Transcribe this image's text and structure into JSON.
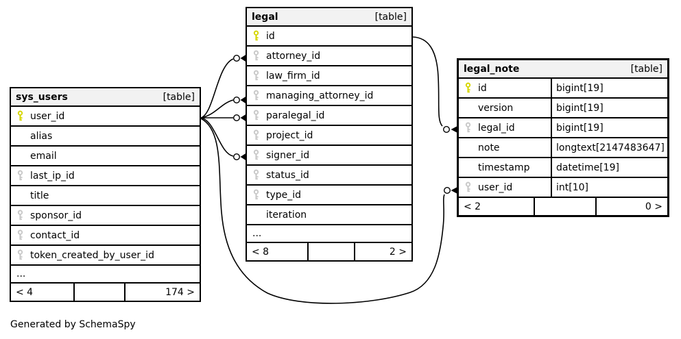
{
  "credits": "Generated by SchemaSpy",
  "colors": {
    "pk_key": "#d6d600",
    "fk_key": "#c8c8c8",
    "header_bg": "#f2f2f2",
    "border": "#000000",
    "line": "#000000"
  },
  "tables": [
    {
      "id": "sys_users",
      "name": "sys_users",
      "tag": "[table]",
      "columns": [
        {
          "name": "user_id",
          "key": "pk"
        },
        {
          "name": "alias",
          "key": ""
        },
        {
          "name": "email",
          "key": ""
        },
        {
          "name": "last_ip_id",
          "key": "fk"
        },
        {
          "name": "title",
          "key": ""
        },
        {
          "name": "sponsor_id",
          "key": "fk"
        },
        {
          "name": "contact_id",
          "key": "fk"
        },
        {
          "name": "token_created_by_user_id",
          "key": "fk"
        },
        {
          "name": "...",
          "key": "",
          "ellipsis": true
        }
      ],
      "footer": {
        "left": "< 4",
        "middle": "",
        "right": "174 >"
      }
    },
    {
      "id": "legal",
      "name": "legal",
      "tag": "[table]",
      "columns": [
        {
          "name": "id",
          "key": "pk"
        },
        {
          "name": "attorney_id",
          "key": "fk"
        },
        {
          "name": "law_firm_id",
          "key": "fk"
        },
        {
          "name": "managing_attorney_id",
          "key": "fk"
        },
        {
          "name": "paralegal_id",
          "key": "fk"
        },
        {
          "name": "project_id",
          "key": "fk"
        },
        {
          "name": "signer_id",
          "key": "fk"
        },
        {
          "name": "status_id",
          "key": "fk"
        },
        {
          "name": "type_id",
          "key": "fk"
        },
        {
          "name": "iteration",
          "key": ""
        },
        {
          "name": "...",
          "key": "",
          "ellipsis": true
        }
      ],
      "footer": {
        "left": "< 8",
        "middle": "",
        "right": "2 >"
      }
    },
    {
      "id": "legal_note",
      "name": "legal_note",
      "tag": "[table]",
      "columns": [
        {
          "name": "id",
          "key": "pk",
          "type": "bigint[19]"
        },
        {
          "name": "version",
          "key": "",
          "type": "bigint[19]"
        },
        {
          "name": "legal_id",
          "key": "fk",
          "type": "bigint[19]"
        },
        {
          "name": "note",
          "key": "",
          "type": "longtext[2147483647]"
        },
        {
          "name": "timestamp",
          "key": "",
          "type": "datetime[19]"
        },
        {
          "name": "user_id",
          "key": "fk",
          "type": "int[10]"
        }
      ],
      "footer": {
        "left": "< 2",
        "middle": "",
        "right": "0 >"
      }
    }
  ],
  "relationships": [
    {
      "from": "sys_users.user_id",
      "to": "legal.attorney_id"
    },
    {
      "from": "sys_users.user_id",
      "to": "legal.managing_attorney_id"
    },
    {
      "from": "sys_users.user_id",
      "to": "legal.paralegal_id"
    },
    {
      "from": "sys_users.user_id",
      "to": "legal.signer_id"
    },
    {
      "from": "sys_users.user_id",
      "to": "legal_note.user_id"
    },
    {
      "from": "legal.id",
      "to": "legal_note.legal_id"
    }
  ]
}
